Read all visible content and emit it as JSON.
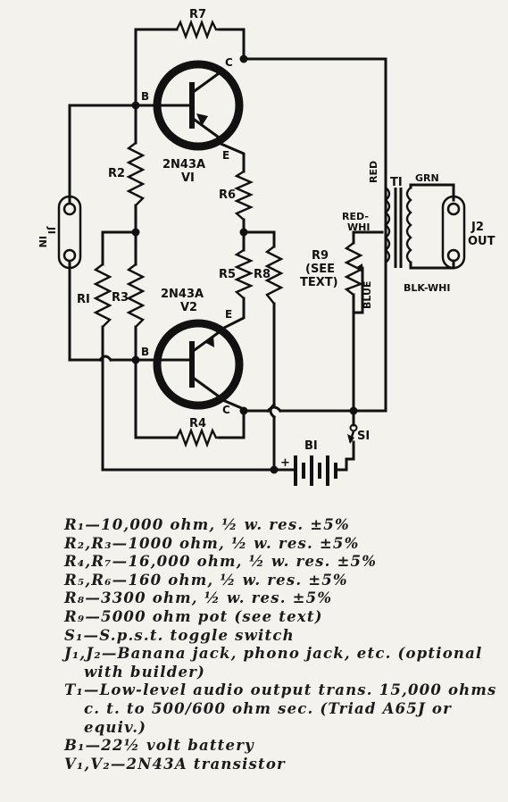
{
  "schematic": {
    "transistors": [
      {
        "ref": "V1",
        "ref_display": "VI",
        "type": "2N43A",
        "pins": {
          "b": "B",
          "c": "C",
          "e": "E"
        }
      },
      {
        "ref": "V2",
        "ref_display": "V2",
        "type": "2N43A",
        "pins": {
          "b": "B",
          "c": "C",
          "e": "E"
        }
      }
    ],
    "resistors": {
      "r1": "RI",
      "r2": "R2",
      "r3": "R3",
      "r4": "R4",
      "r5": "R5",
      "r6": "R6",
      "r7": "R7",
      "r8": "R8"
    },
    "pot": {
      "label": "R9",
      "note_line1": "(SEE",
      "note_line2": "TEXT)"
    },
    "transformer": {
      "label": "TI",
      "wire_red": "RED",
      "wire_redwhi_1": "RED-",
      "wire_redwhi_2": "WHI",
      "wire_blue": "BLUE",
      "wire_grn": "GRN",
      "wire_blkwhi": "BLK-WHI"
    },
    "jacks": {
      "j1": {
        "label": "JI",
        "sub": "IN"
      },
      "j2": {
        "label": "J2",
        "sub": "OUT"
      }
    },
    "battery": {
      "label": "BI",
      "plus": "+"
    },
    "switch": {
      "label": "SI"
    }
  },
  "parts_list": [
    {
      "ref": "R₁",
      "text": "—10,000 ohm, ½ w. res. ±5%"
    },
    {
      "ref": "R₂,R₃",
      "text": "—1000 ohm, ½ w. res. ±5%"
    },
    {
      "ref": "R₄,R₇",
      "text": "—16,000 ohm, ½ w. res. ±5%"
    },
    {
      "ref": "R₅,R₆",
      "text": "—160 ohm, ½ w. res. ±5%"
    },
    {
      "ref": "R₈",
      "text": "—3300 ohm, ½ w. res. ±5%"
    },
    {
      "ref": "R₉",
      "text": "—5000 ohm pot (see text)"
    },
    {
      "ref": "S₁",
      "text": "—S.p.s.t. toggle switch"
    },
    {
      "ref": "J₁,J₂",
      "text": "—Banana jack, phono jack, etc. (optional",
      "cont": "with builder)"
    },
    {
      "ref": "T₁",
      "text": "—Low-level audio output trans. 15,000 ohms",
      "cont": "c. t. to 500/600 ohm sec. (Triad A65J or",
      "cont2": "equiv.)"
    },
    {
      "ref": "B₁",
      "text": "—22½ volt battery"
    },
    {
      "ref": "V₁,V₂",
      "text": "—2N43A transistor"
    }
  ]
}
